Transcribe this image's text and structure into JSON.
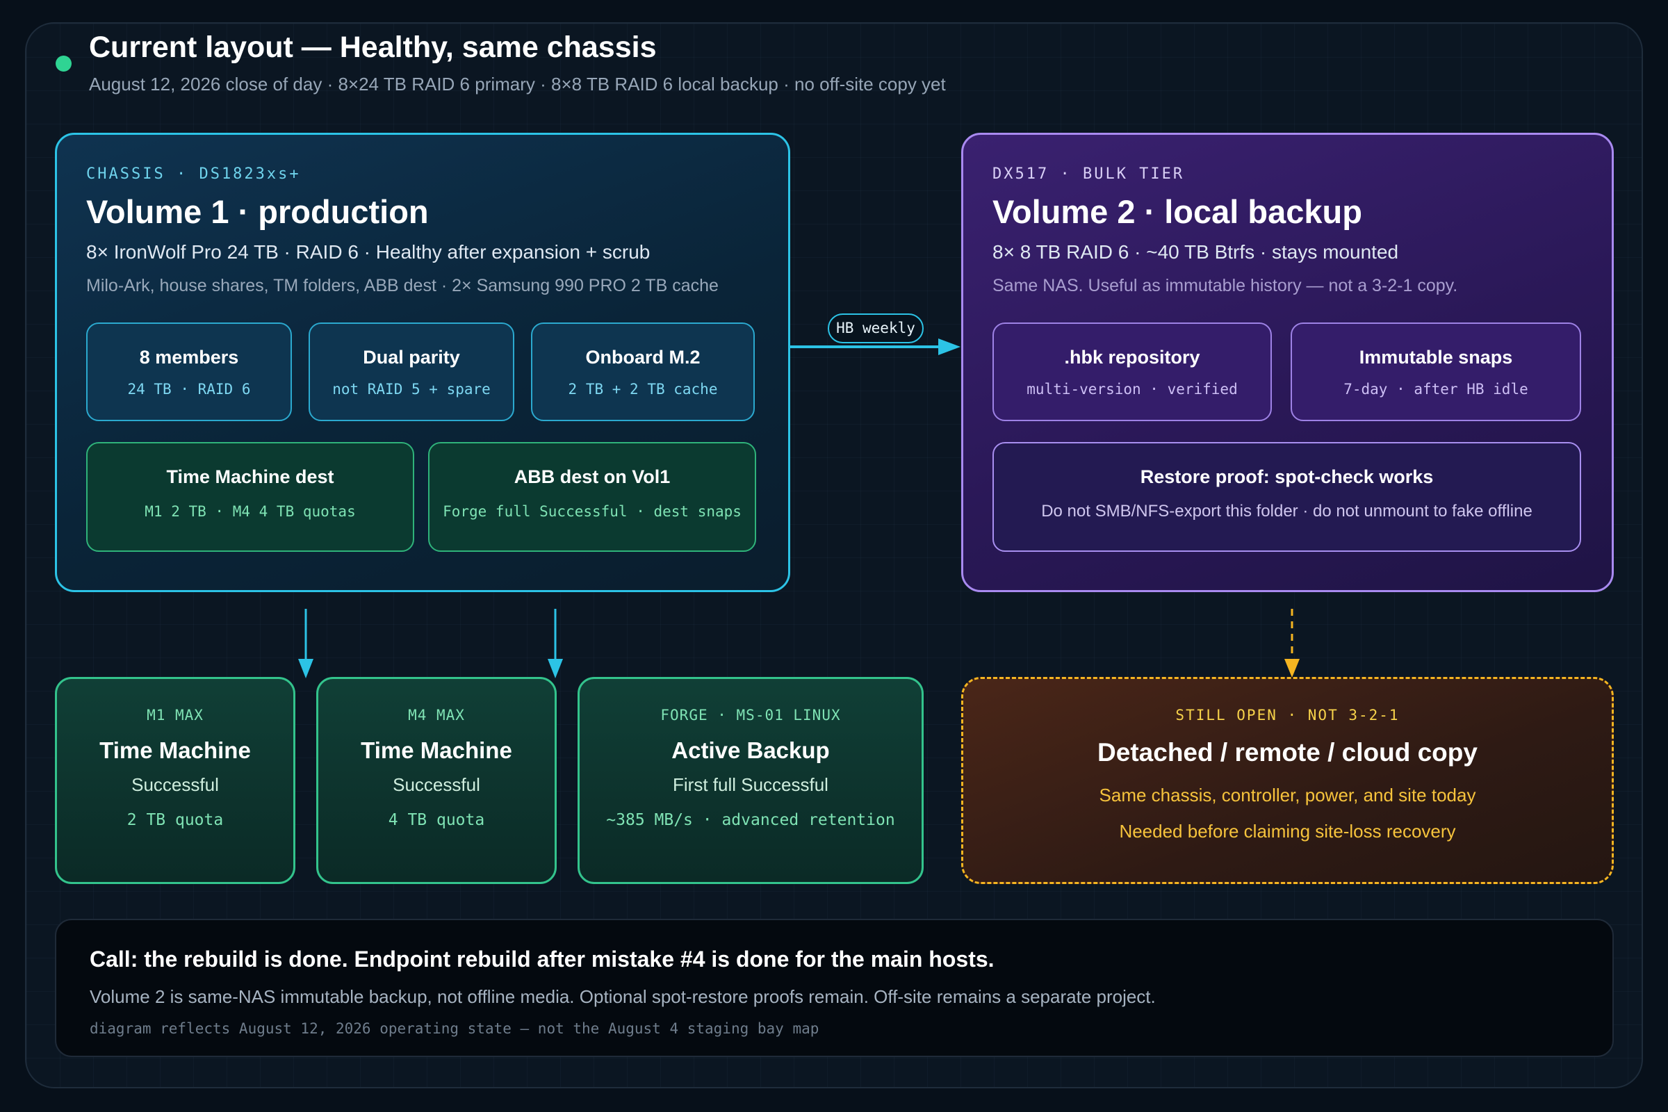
{
  "header": {
    "title": "Current layout — Healthy, same chassis",
    "subtitle": "August 12, 2026 close of day · 8×24 TB RAID 6 primary · 8×8 TB RAID 6 local backup · no off-site copy yet"
  },
  "production": {
    "eyebrow": "CHASSIS · DS1823xs+",
    "title": "Volume 1 · production",
    "line1": "8× IronWolf Pro 24 TB · RAID 6 · Healthy after expansion + scrub",
    "line2": "Milo-Ark, house shares, TM folders, ABB dest · 2× Samsung 990 PRO 2 TB cache",
    "chips": [
      {
        "title": "8 members",
        "sub": "24 TB · RAID 6"
      },
      {
        "title": "Dual parity",
        "sub": "not RAID 5 + spare"
      },
      {
        "title": "Onboard M.2",
        "sub": "2 TB + 2 TB cache"
      },
      {
        "title": "Time Machine dest",
        "sub": "M1 2 TB · M4 4 TB quotas"
      },
      {
        "title": "ABB dest on Vol1",
        "sub": "Forge full Successful · dest snaps"
      }
    ]
  },
  "link": {
    "label": "HB weekly"
  },
  "backup": {
    "eyebrow": "DX517 · BULK TIER",
    "title": "Volume 2 · local backup",
    "line1": "8× 8 TB RAID 6 · ~40 TB Btrfs · stays mounted",
    "line2": "Same NAS. Useful as immutable history — not a 3-2-1 copy.",
    "chips": [
      {
        "title": ".hbk repository",
        "sub": "multi-version · verified"
      },
      {
        "title": "Immutable snaps",
        "sub": "7-day · after HB idle"
      },
      {
        "title": "Restore proof: spot-check works",
        "sub": "Do not SMB/NFS-export this folder · do not unmount to fake offline"
      }
    ]
  },
  "clients": [
    {
      "eyebrow": "M1 MAX",
      "title": "Time Machine",
      "status": "Successful",
      "detail": "2 TB quota"
    },
    {
      "eyebrow": "M4 MAX",
      "title": "Time Machine",
      "status": "Successful",
      "detail": "4 TB quota"
    },
    {
      "eyebrow": "FORGE · MS-01 LINUX",
      "title": "Active Backup",
      "status": "First full Successful",
      "detail": "~385 MB/s · advanced retention"
    }
  ],
  "open_item": {
    "eyebrow": "STILL OPEN · NOT 3-2-1",
    "title": "Detached / remote / cloud copy",
    "line1": "Same chassis, controller, power, and site today",
    "line2": "Needed before claiming site-loss recovery"
  },
  "call": {
    "title": "Call: the rebuild is done. Endpoint rebuild after mistake #4 is done for the main hosts.",
    "line1": "Volume 2 is same-NAS immutable backup, not offline media. Optional spot-restore proofs remain. Off-site remains a separate project.",
    "line2": "diagram reflects August 12, 2026 operating state — not the August 4 staging bay map"
  },
  "colors": {
    "production": "#2cc3e6",
    "backup": "#a98af0",
    "client": "#33c38c",
    "open": "#f5b521",
    "status": "#2fd493"
  }
}
